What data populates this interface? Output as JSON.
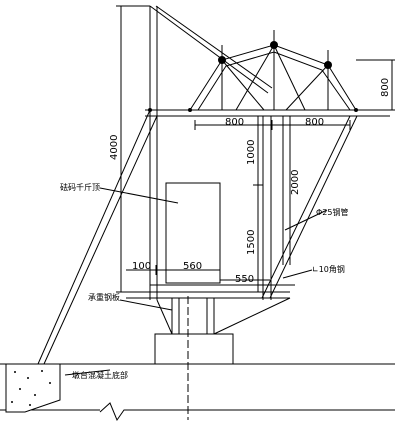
{
  "dimensions": {
    "height_total": "4000",
    "top_right": "800",
    "span_left": "800",
    "span_right": "800",
    "mid_1000": "1000",
    "mid_2000": "2000",
    "mid_1500": "1500",
    "bottom_100": "100",
    "bottom_560": "560",
    "bottom_550": "550"
  },
  "labels": {
    "weight_box": "砝码千斤顶",
    "steel_pipe": "Φ25钢管",
    "angle_steel": "∟10角钢",
    "bearing_steel": "承重钢板",
    "pier_base": "墩台混凝土底部"
  },
  "colors": {
    "line": "#000000",
    "background": "#ffffff"
  }
}
